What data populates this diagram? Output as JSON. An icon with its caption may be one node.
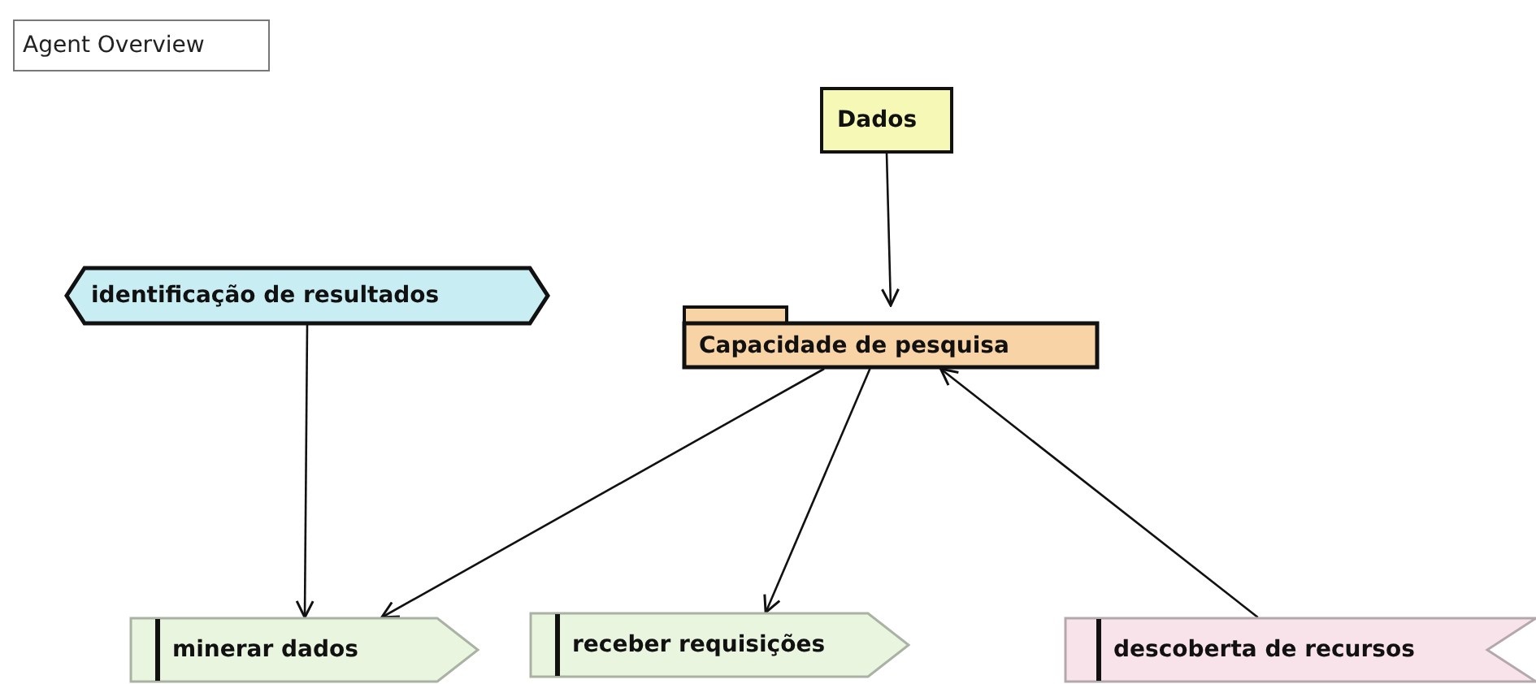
{
  "diagram": {
    "title": "Agent Overview",
    "nodes": [
      {
        "text": [
          "Dados"
        ]
      },
      {
        "text": [
          "identificação de resultados"
        ]
      },
      {
        "text": [
          "Capacidade de pesquisa"
        ]
      },
      {
        "text": [
          "minerar dados"
        ]
      },
      {
        "text": [
          "receber requisições"
        ]
      },
      {
        "text": [
          "descoberta de recursos"
        ]
      }
    ],
    "edges": [
      {
        "from": 0,
        "to": 2,
        "arrow": "to"
      },
      {
        "from": 1,
        "to": 3,
        "arrow": "to"
      },
      {
        "from": 2,
        "to": 3,
        "arrow": "to"
      },
      {
        "from": 2,
        "to": 4,
        "arrow": "to"
      },
      {
        "from": 5,
        "to": 2,
        "arrow": "to"
      }
    ]
  }
}
